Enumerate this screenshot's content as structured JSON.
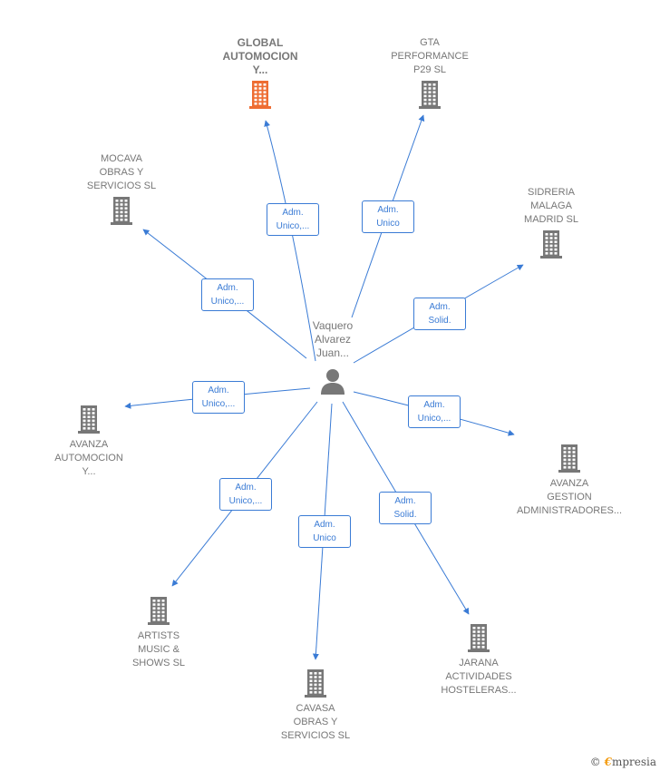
{
  "colors": {
    "edge": "#3a7bd5",
    "building": "#777777",
    "highlight": "#ee6d32"
  },
  "center": {
    "label": "Vaquero\nAlvarez\nJuan...",
    "icon": "person-icon"
  },
  "nodes": [
    {
      "id": "global",
      "label": "GLOBAL\nAUTOMOCION\nY...",
      "highlight": true,
      "edge_label": "Adm.\nUnico,..."
    },
    {
      "id": "gta",
      "label": "GTA\nPERFORMANCE\nP29  SL",
      "highlight": false,
      "edge_label": "Adm.\nUnico"
    },
    {
      "id": "mocava",
      "label": "MOCAVA\nOBRAS Y\nSERVICIOS  SL",
      "highlight": false,
      "edge_label": "Adm.\nUnico,..."
    },
    {
      "id": "sidreria",
      "label": "SIDRERIA\nMALAGA\nMADRID  SL",
      "highlight": false,
      "edge_label": "Adm.\nSolid."
    },
    {
      "id": "avanza-auto",
      "label": "AVANZA\nAUTOMOCION\nY...",
      "highlight": false,
      "edge_label": "Adm.\nUnico,..."
    },
    {
      "id": "avanza-gestion",
      "label": "AVANZA\nGESTION\nADMINISTRADORES...",
      "highlight": false,
      "edge_label": "Adm.\nUnico,..."
    },
    {
      "id": "artists",
      "label": "ARTISTS\nMUSIC &\nSHOWS  SL",
      "highlight": false,
      "edge_label": "Adm.\nUnico,..."
    },
    {
      "id": "cavasa",
      "label": "CAVASA\nOBRAS Y\nSERVICIOS  SL",
      "highlight": false,
      "edge_label": "Adm.\nUnico"
    },
    {
      "id": "jarana",
      "label": "JARANA\nACTIVIDADES\nHOSTELERAS...",
      "highlight": false,
      "edge_label": "Adm.\nSolid."
    }
  ],
  "brand": {
    "copyright": "©",
    "e": "€",
    "rest": "mpresia"
  }
}
